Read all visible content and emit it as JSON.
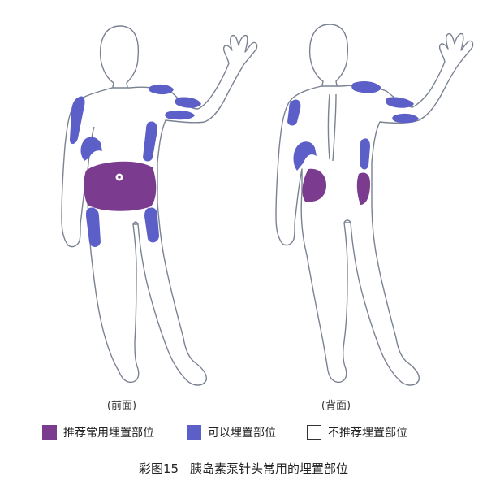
{
  "views": {
    "front_label": "(前面)",
    "back_label": "(背面)"
  },
  "legend": {
    "items": [
      {
        "label": "推荐常用埋置部位",
        "color": "#7b3b8e",
        "kind": "recommended"
      },
      {
        "label": "可以埋置部位",
        "color": "#5b5fc7",
        "kind": "possible"
      },
      {
        "label": "不推荐埋置部位",
        "color": "#ffffff",
        "kind": "not-recommended"
      }
    ]
  },
  "caption": {
    "figure_number": "彩图15",
    "title": "胰岛素泵针头常用的埋置部位"
  },
  "colors": {
    "recommended": "#7b3b8e",
    "possible": "#5b5fc7",
    "outline": "#7a8291"
  }
}
